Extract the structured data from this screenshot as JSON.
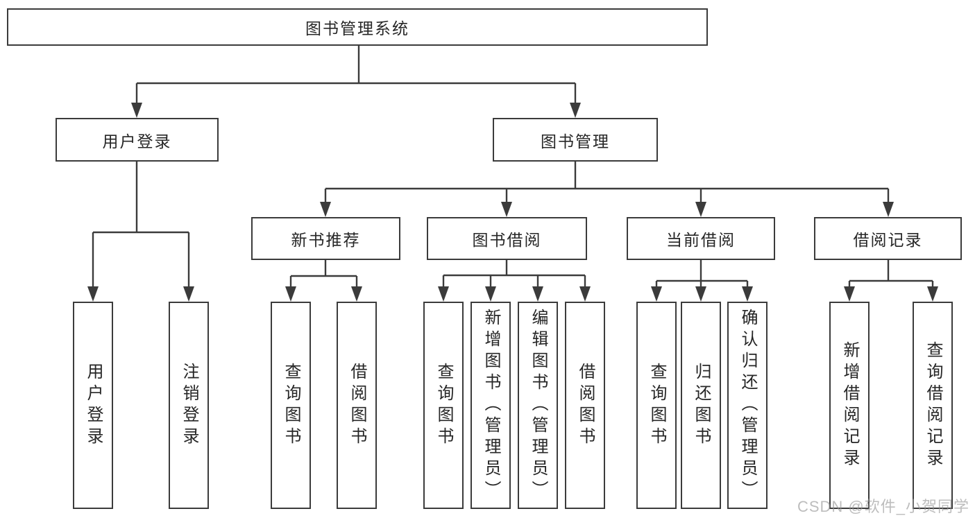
{
  "tree": {
    "root": "图书管理系统",
    "level2": [
      {
        "label": "用户登录",
        "children": [
          {
            "label": "用户登录"
          },
          {
            "label": "注销登录"
          }
        ]
      },
      {
        "label": "图书管理",
        "children": [
          {
            "label": "新书推荐",
            "children": [
              {
                "label": "查询图书"
              },
              {
                "label": "借阅图书"
              }
            ]
          },
          {
            "label": "图书借阅",
            "children": [
              {
                "label": "查询图书"
              },
              {
                "label": "新增图书（管理员）"
              },
              {
                "label": "编辑图书（管理员）"
              },
              {
                "label": "借阅图书"
              }
            ]
          },
          {
            "label": "当前借阅",
            "children": [
              {
                "label": "查询图书"
              },
              {
                "label": "归还图书"
              },
              {
                "label": "确认归还（管理员）"
              }
            ]
          },
          {
            "label": "借阅记录",
            "children": [
              {
                "label": "新增借阅记录"
              },
              {
                "label": "查询借阅记录"
              }
            ]
          }
        ]
      }
    ]
  },
  "watermark": {
    "text": "CSDN @软件_小贺同学"
  },
  "colors": {
    "line": "#3b3b3b",
    "box_border": "#3b3b3b",
    "text": "#262626",
    "watermark": "#c5c5c5",
    "background": "#ffffff"
  }
}
